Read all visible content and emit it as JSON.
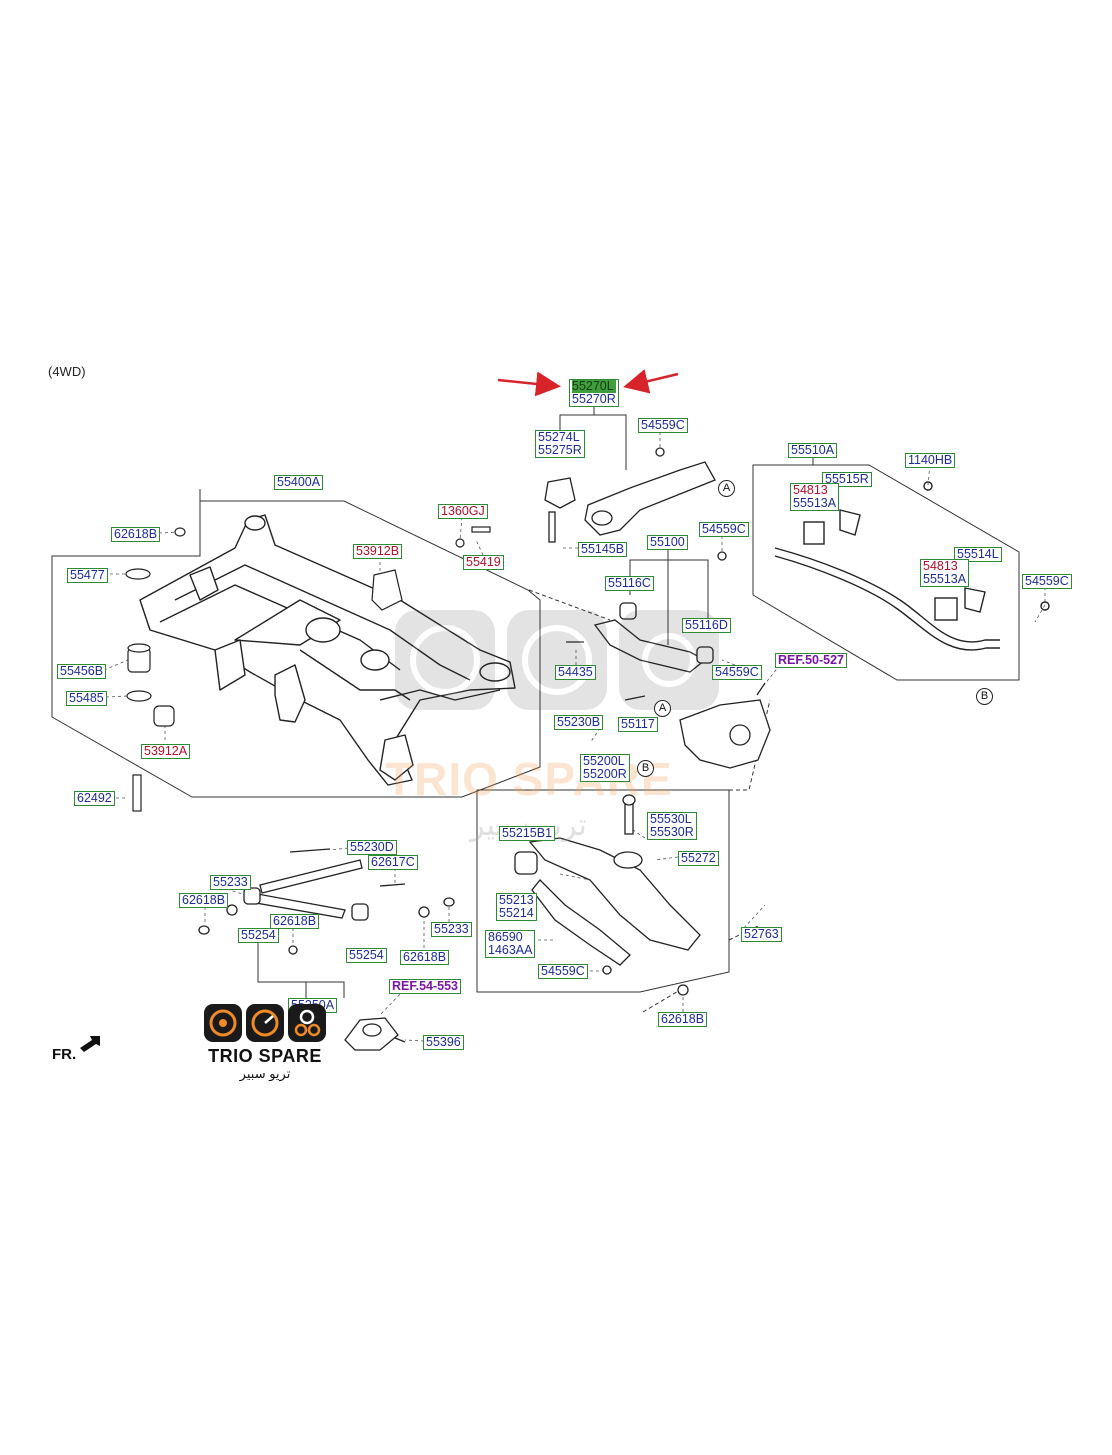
{
  "note": "(4WD)",
  "front_label": "FR.",
  "brand": {
    "name": "TRIO SPARE",
    "arabic": "تريو سبير",
    "watermark_arabic": "تريو سبير"
  },
  "callouts": {
    "a": "A",
    "b": "B"
  },
  "colors": {
    "label_blue": "#1c2c9a",
    "label_red": "#b3102c",
    "box_green": "#2f8a35",
    "selected_fill": "#3f9f3c",
    "arrow_red": "#d7232a",
    "ref_purple": "#7b16a8",
    "brand_orange": "#f08a24"
  },
  "labels": {
    "selected_l": "55270L",
    "selected_r": "55270R",
    "p55274l": "55274L",
    "p55275r": "55275R",
    "p54559c_1": "54559C",
    "p54559c_2": "54559C",
    "p54559c_3": "54559C",
    "p54559c_4": "54559C",
    "p54559c_5": "54559C",
    "p55510a": "55510A",
    "p1140hb": "1140HB",
    "p55515r": "55515R",
    "p54813_1": "54813",
    "p55513a_1": "55513A",
    "p55514l": "55514L",
    "p54813_2": "54813",
    "p55513a_2": "55513A",
    "p55400a": "55400A",
    "p62618b_1": "62618B",
    "p1360gj": "1360GJ",
    "p55145b": "55145B",
    "p55100": "55100",
    "p53912b": "53912B",
    "p55419": "55419",
    "p55477": "55477",
    "p55116c": "55116C",
    "p55116d": "55116D",
    "p54435": "54435",
    "ref50": "REF.50-527",
    "p55456b": "55456B",
    "p55485": "55485",
    "p55117": "55117",
    "p55230b": "55230B",
    "p53912a": "53912A",
    "p55200l": "55200L",
    "p55200r": "55200R",
    "p62492": "62492",
    "p55530l": "55530L",
    "p55530r": "55530R",
    "p55215b1": "55215B1",
    "p55272": "55272",
    "p55230d": "55230D",
    "p62617c": "62617C",
    "p55233_1": "55233",
    "p62618b_2": "62618B",
    "p62618b_3": "62618B",
    "p55254_1": "55254",
    "p55254_2": "55254",
    "p55213": "55213",
    "p55214": "55214",
    "p55233_2": "55233",
    "p86590": "86590",
    "p1463aa": "1463AA",
    "p52763": "52763",
    "p62618b_4": "62618B",
    "p55250a": "55250A",
    "p62618b_5": "62618B",
    "ref54": "REF.54-553",
    "p55396": "55396"
  }
}
